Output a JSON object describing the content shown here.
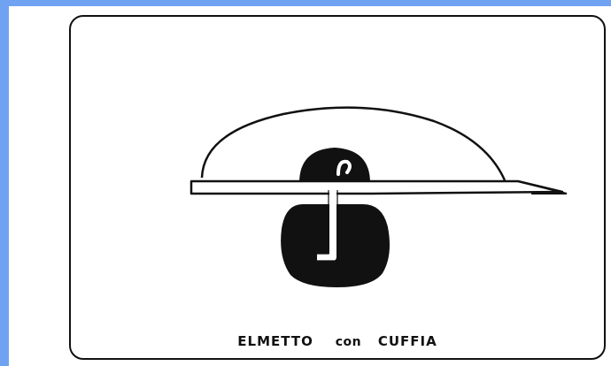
{
  "caption": {
    "part1": "ELMETTO",
    "part2": "con",
    "part3": "CUFFIA"
  },
  "colors": {
    "background": "#6fa3f2",
    "slide": "#ffffff",
    "ink": "#111111"
  }
}
